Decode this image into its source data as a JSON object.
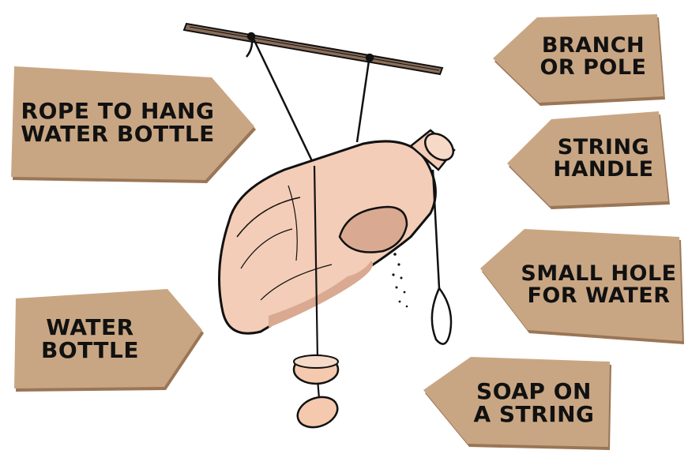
{
  "colors": {
    "tag_fill": "#c9a683",
    "tag_shadow": "#9a7656",
    "bottle": "#f3cdb7",
    "bottle_shade": "#d9a991",
    "cap": "#f6d9c6",
    "soap": "#f4c9ae",
    "ink": "#111111"
  },
  "labels": {
    "branch": {
      "line1": "BRANCH",
      "line2": "OR POLE"
    },
    "rope": {
      "line1": "ROPE TO HANG",
      "line2": "WATER BOTTLE"
    },
    "handle": {
      "line1": "STRING",
      "line2": "HANDLE"
    },
    "hole": {
      "line1": "SMALL HOLE",
      "line2": "FOR WATER"
    },
    "bottle": {
      "line1": "WATER",
      "line2": "BOTTLE"
    },
    "soap": {
      "line1": "SOAP ON",
      "line2": "A STRING"
    }
  },
  "icons": {
    "pole": "branch-pole-icon",
    "bottle": "water-bottle-icon",
    "soap": "soap-icon"
  }
}
